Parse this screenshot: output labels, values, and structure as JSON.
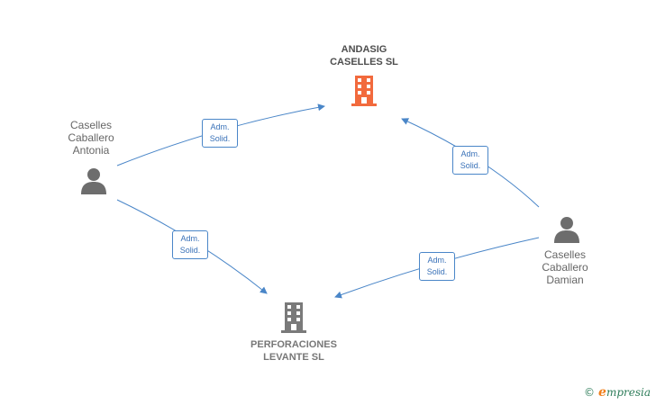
{
  "nodes": {
    "andasig": {
      "type": "company",
      "lines": [
        "ANDASIG",
        "CASELLES SL"
      ],
      "color": "#f26a3d"
    },
    "perforaciones": {
      "type": "company",
      "lines": [
        "PERFORACIONES",
        "LEVANTE SL"
      ],
      "color": "#7a7a7a"
    },
    "antonia": {
      "type": "person",
      "lines": [
        "Caselles",
        "Caballero",
        "Antonia"
      ],
      "color": "#6d6d6d"
    },
    "damian": {
      "type": "person",
      "lines": [
        "Caselles",
        "Caballero",
        "Damian"
      ],
      "color": "#6d6d6d"
    }
  },
  "edges": [
    {
      "from": "antonia",
      "to": "andasig",
      "label": [
        "Adm.",
        "Solid."
      ]
    },
    {
      "from": "antonia",
      "to": "perforaciones",
      "label": [
        "Adm.",
        "Solid."
      ]
    },
    {
      "from": "damian",
      "to": "andasig",
      "label": [
        "Adm.",
        "Solid."
      ]
    },
    {
      "from": "damian",
      "to": "perforaciones",
      "label": [
        "Adm.",
        "Solid."
      ]
    }
  ],
  "colors": {
    "edge": "#4a86c8"
  },
  "footer": {
    "copyright": "©",
    "brand_initial": "e",
    "brand_rest": "mpresia"
  }
}
